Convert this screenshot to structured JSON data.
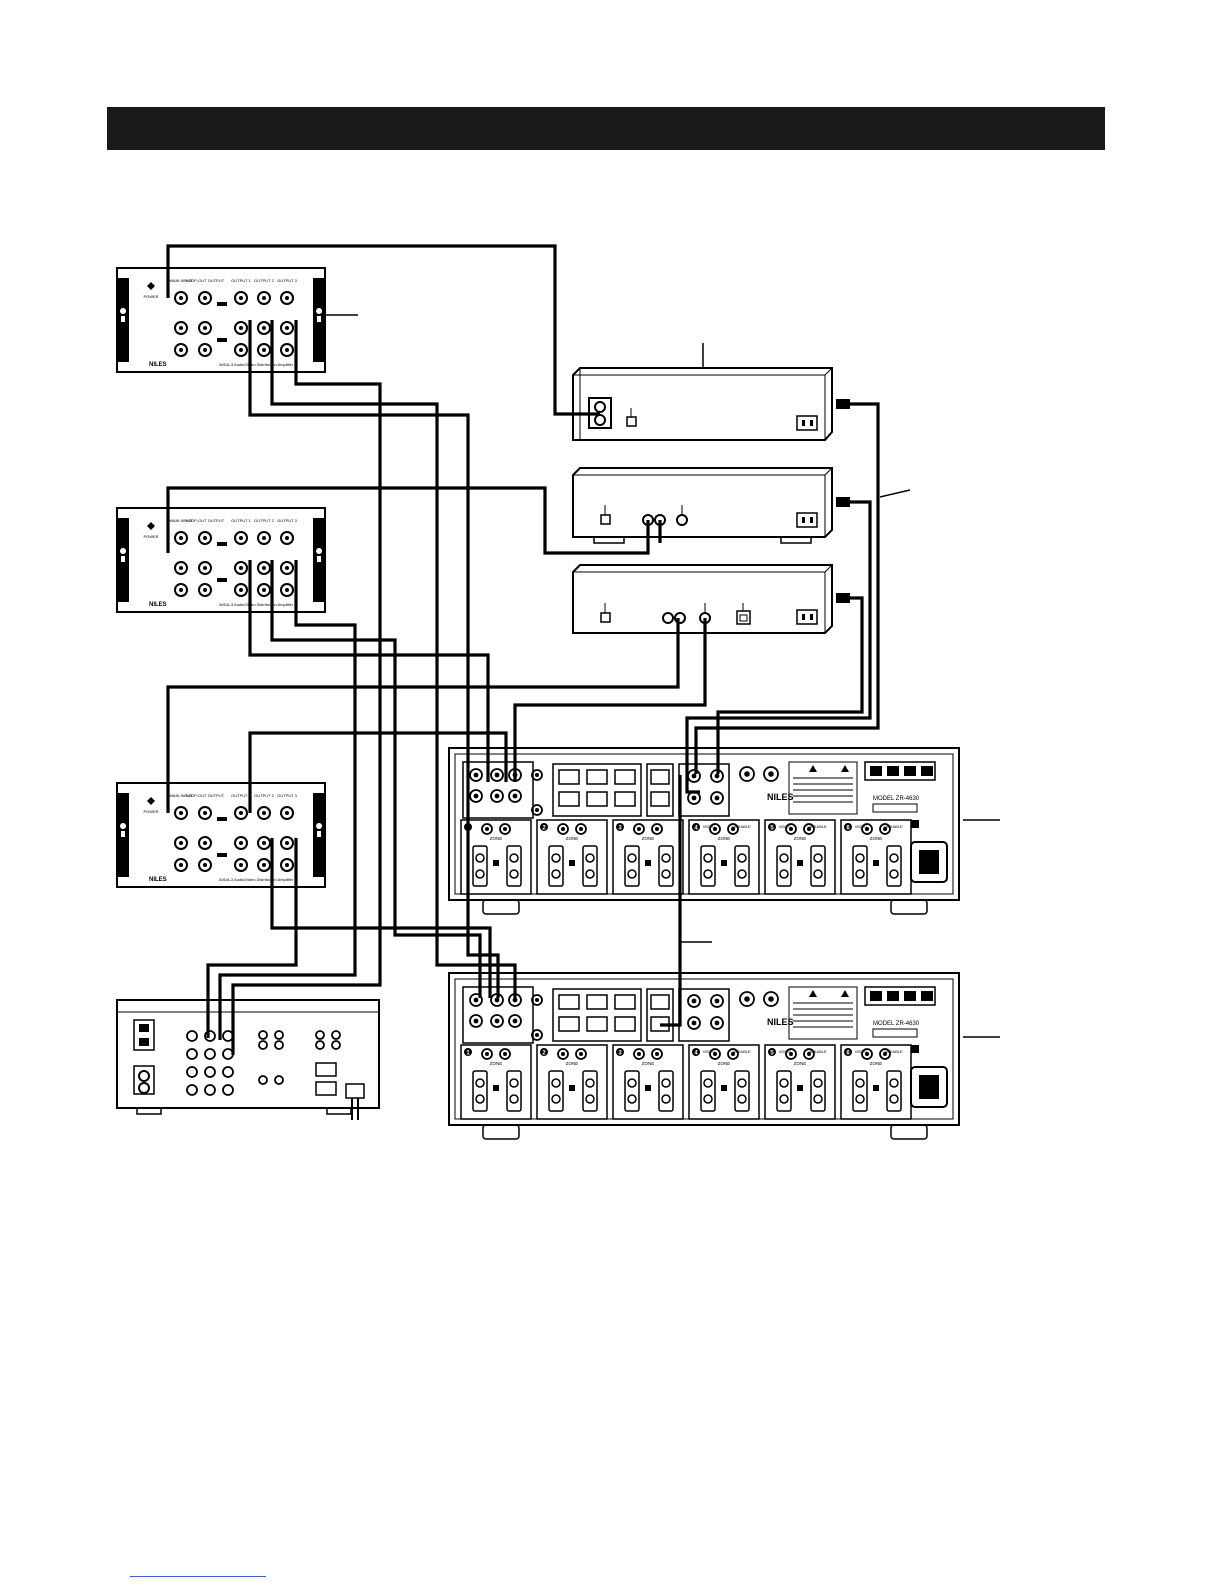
{
  "header": {
    "title": ""
  },
  "da_units": [
    {
      "brand": "NILES",
      "caption": "AVDA-3 Audio/Video Distribution Amplifier",
      "labels": [
        "POWER",
        "MAIN INPUT",
        "LOOP-OUT OUTPUT",
        "OUTPUT 1",
        "OUTPUT 2",
        "OUTPUT 3"
      ]
    },
    {
      "brand": "NILES",
      "caption": "AVDA-3 Audio/Video Distribution Amplifier",
      "labels": [
        "POWER",
        "MAIN INPUT",
        "LOOP-OUT OUTPUT",
        "OUTPUT 1",
        "OUTPUT 2",
        "OUTPUT 3"
      ]
    },
    {
      "brand": "NILES",
      "caption": "AVDA-3 Audio/Video Distribution Amplifier",
      "labels": [
        "POWER",
        "MAIN INPUT",
        "LOOP-OUT OUTPUT",
        "OUTPUT 1",
        "OUTPUT 2",
        "OUTPUT 3"
      ]
    }
  ],
  "zr_units": [
    {
      "model": "MODEL ZR-4630",
      "brand": "NILES",
      "zone_label": "ZONE",
      "zones": [
        "1",
        "2",
        "3",
        "4",
        "5",
        "6"
      ],
      "video_label": "VIDEO",
      "variable_label": "VARIABLE"
    },
    {
      "model": "MODEL ZR-4630",
      "brand": "NILES",
      "zone_label": "ZONE",
      "zones": [
        "1",
        "2",
        "3",
        "4",
        "5",
        "6"
      ],
      "video_label": "VIDEO",
      "variable_label": "VARIABLE"
    }
  ]
}
